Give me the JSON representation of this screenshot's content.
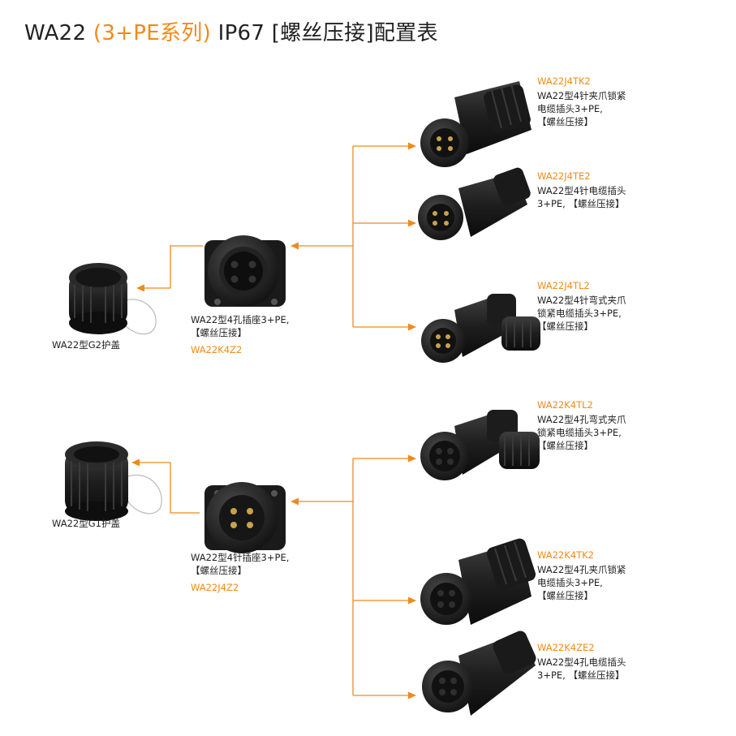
{
  "title": {
    "part1": "WA22 ",
    "part2": "(3+PE系列)",
    "part3": " IP67 [螺丝压接]配置表"
  },
  "colors": {
    "accent": "#f08a1a",
    "product": "#1c1c1c",
    "text": "#222222"
  },
  "top_group": {
    "cap": {
      "label": "WA22型G2护盖"
    },
    "socket": {
      "desc_line1": "WA22型4孔插座3+PE,",
      "desc_line2": "【螺丝压接】",
      "code": "WA22K4Z2"
    },
    "plugs": [
      {
        "code": "WA22J4TK2",
        "lines": [
          "WA22型4针夹爪锁紧",
          "电缆插头3+PE,",
          "【螺丝压接】"
        ]
      },
      {
        "code": "WA22J4TE2",
        "lines": [
          "WA22型4针电缆插头",
          "3+PE, 【螺丝压接】"
        ]
      },
      {
        "code": "WA22J4TL2",
        "lines": [
          "WA22型4针弯式夹爪",
          "锁紧电缆插头3+PE,",
          "【螺丝压接】"
        ]
      }
    ]
  },
  "bottom_group": {
    "cap": {
      "label": "WA22型G1护盖"
    },
    "socket": {
      "desc_line1": "WA22型4针插座3+PE,",
      "desc_line2": "【螺丝压接】",
      "code": "WA22J4Z2"
    },
    "plugs": [
      {
        "code": "WA22K4TL2",
        "lines": [
          "WA22型4孔弯式夹爪",
          "锁紧电缆插头3+PE,",
          "【螺丝压接】"
        ]
      },
      {
        "code": "WA22K4TK2",
        "lines": [
          "WA22型4孔夹爪锁紧",
          "电缆插头3+PE,",
          "【螺丝压接】"
        ]
      },
      {
        "code": "WA22K4ZE2",
        "lines": [
          "WA22型4孔电缆插头",
          "3+PE, 【螺丝压接】"
        ]
      }
    ]
  }
}
